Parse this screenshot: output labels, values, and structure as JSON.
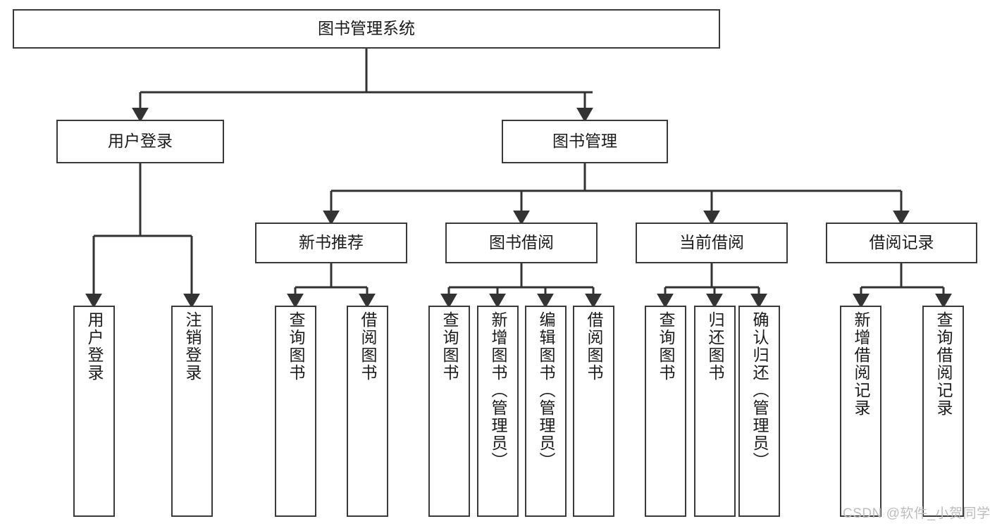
{
  "diagram": {
    "title": "图书管理系统",
    "type": "hierarchy-tree",
    "colors": {
      "box_border": "#3a3a3a",
      "box_fill": "#ffffff",
      "edge": "#333333",
      "text": "#1b1b1b",
      "watermark": "#bdbdbd"
    },
    "levels": {
      "root": {
        "label": "图书管理系统"
      },
      "level2": [
        {
          "label": "用户登录"
        },
        {
          "label": "图书管理"
        }
      ],
      "level3": [
        {
          "label": "新书推荐"
        },
        {
          "label": "图书借阅"
        },
        {
          "label": "当前借阅"
        },
        {
          "label": "借阅记录"
        }
      ],
      "leaves": {
        "user_login": [
          {
            "label": "用户登录"
          },
          {
            "label": "注销登录"
          }
        ],
        "new_book_recommend": [
          {
            "label": "查询图书"
          },
          {
            "label": "借阅图书"
          }
        ],
        "book_borrow": [
          {
            "label": "查询图书"
          },
          {
            "label": "新增图书（管理员）"
          },
          {
            "label": "编辑图书（管理员）"
          },
          {
            "label": "借阅图书"
          }
        ],
        "current_borrow": [
          {
            "label": "查询图书"
          },
          {
            "label": "归还图书"
          },
          {
            "label": "确认归还（管理员）"
          }
        ],
        "borrow_record": [
          {
            "label": "新增借阅记录"
          },
          {
            "label": "查询借阅记录"
          }
        ]
      }
    }
  },
  "watermark": {
    "text": "CSDN @软件_小贺同学"
  }
}
